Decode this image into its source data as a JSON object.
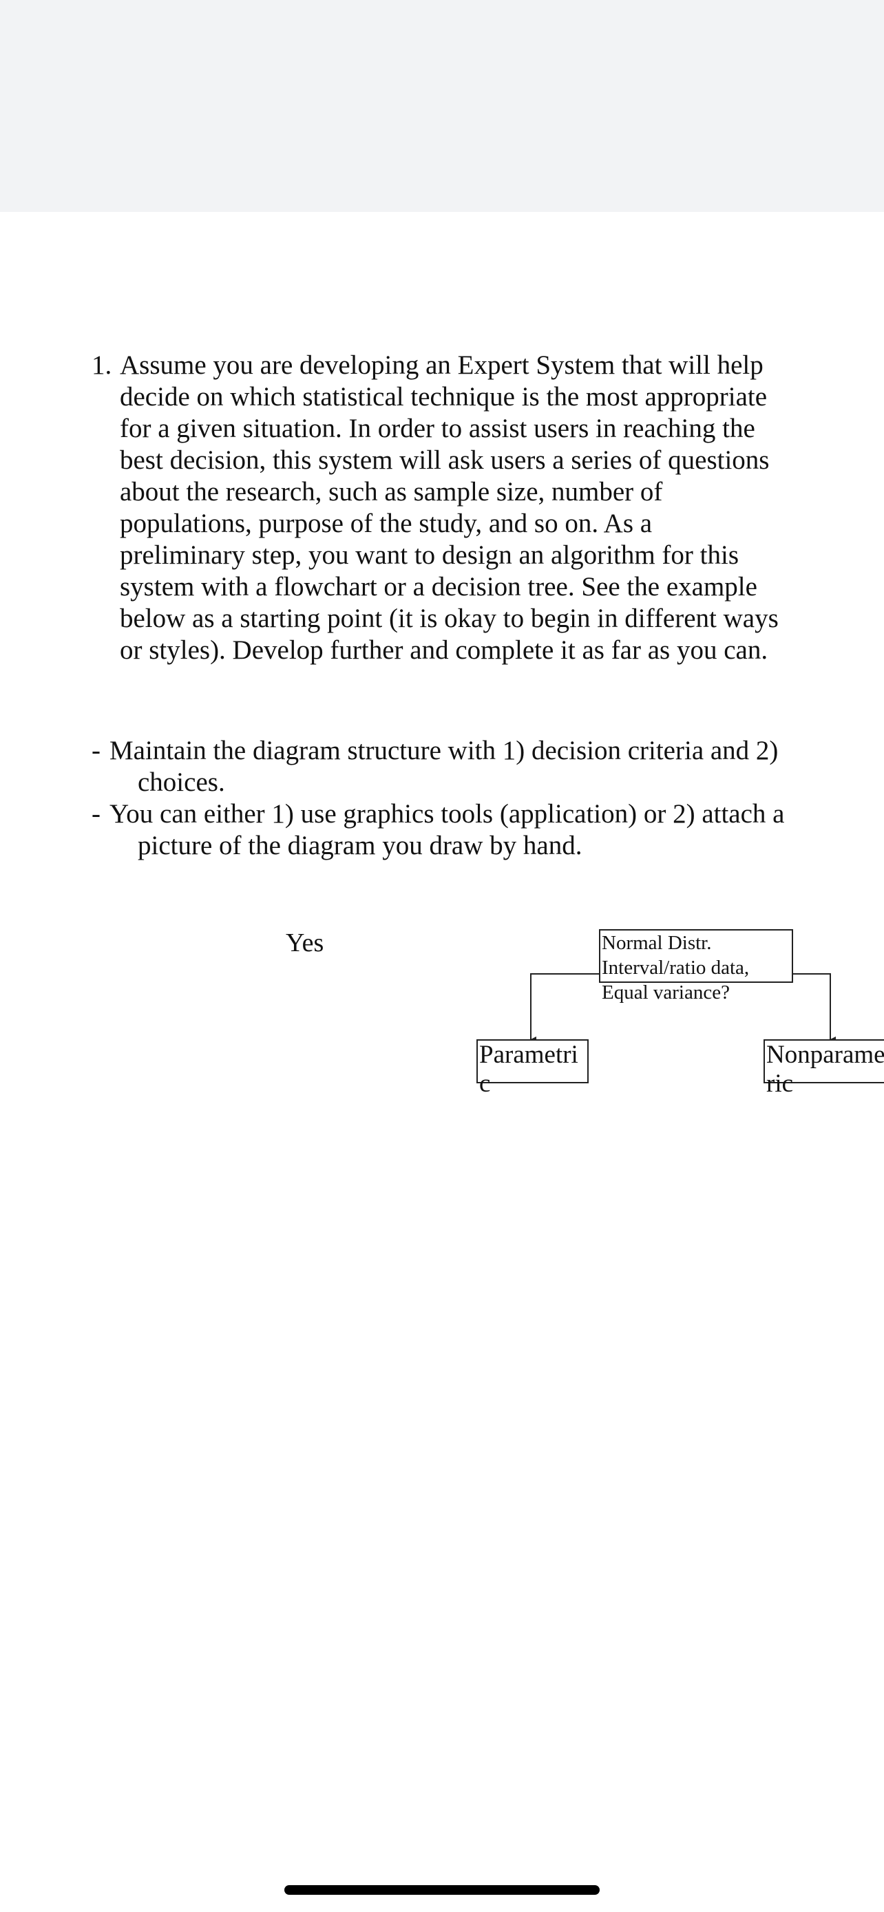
{
  "question": {
    "number": "1.",
    "text": "Assume you are developing an Expert System that will help decide on which statistical technique is the most appropriate for a given situation. In order to assist users in reaching the best decision, this system will ask users a series of questions about the research, such as sample size, number of populations, purpose of the study, and so on. As a preliminary step, you want to design an algorithm for this system with a flowchart or a decision tree. See the example below as a starting point (it is okay to begin in different ways or styles). Develop further and complete it as far as you can."
  },
  "bullets": [
    {
      "dash": "-",
      "text": "Maintain the diagram structure with 1) decision criteria and 2) choices."
    },
    {
      "dash": "-",
      "text": "You can either 1) use graphics tools (application) or 2) attach a picture of the diagram you draw by hand."
    }
  ],
  "diagram": {
    "yes_label": "Yes",
    "criteria_lines": [
      "Normal Distr.",
      "Interval/ratio data,",
      "Equal variance?"
    ],
    "left_choice": "Parametric",
    "right_choice": "Nonparametric"
  },
  "colors": {
    "top_band": "#f2f3f5",
    "text": "#111111",
    "lines": "#222222"
  }
}
